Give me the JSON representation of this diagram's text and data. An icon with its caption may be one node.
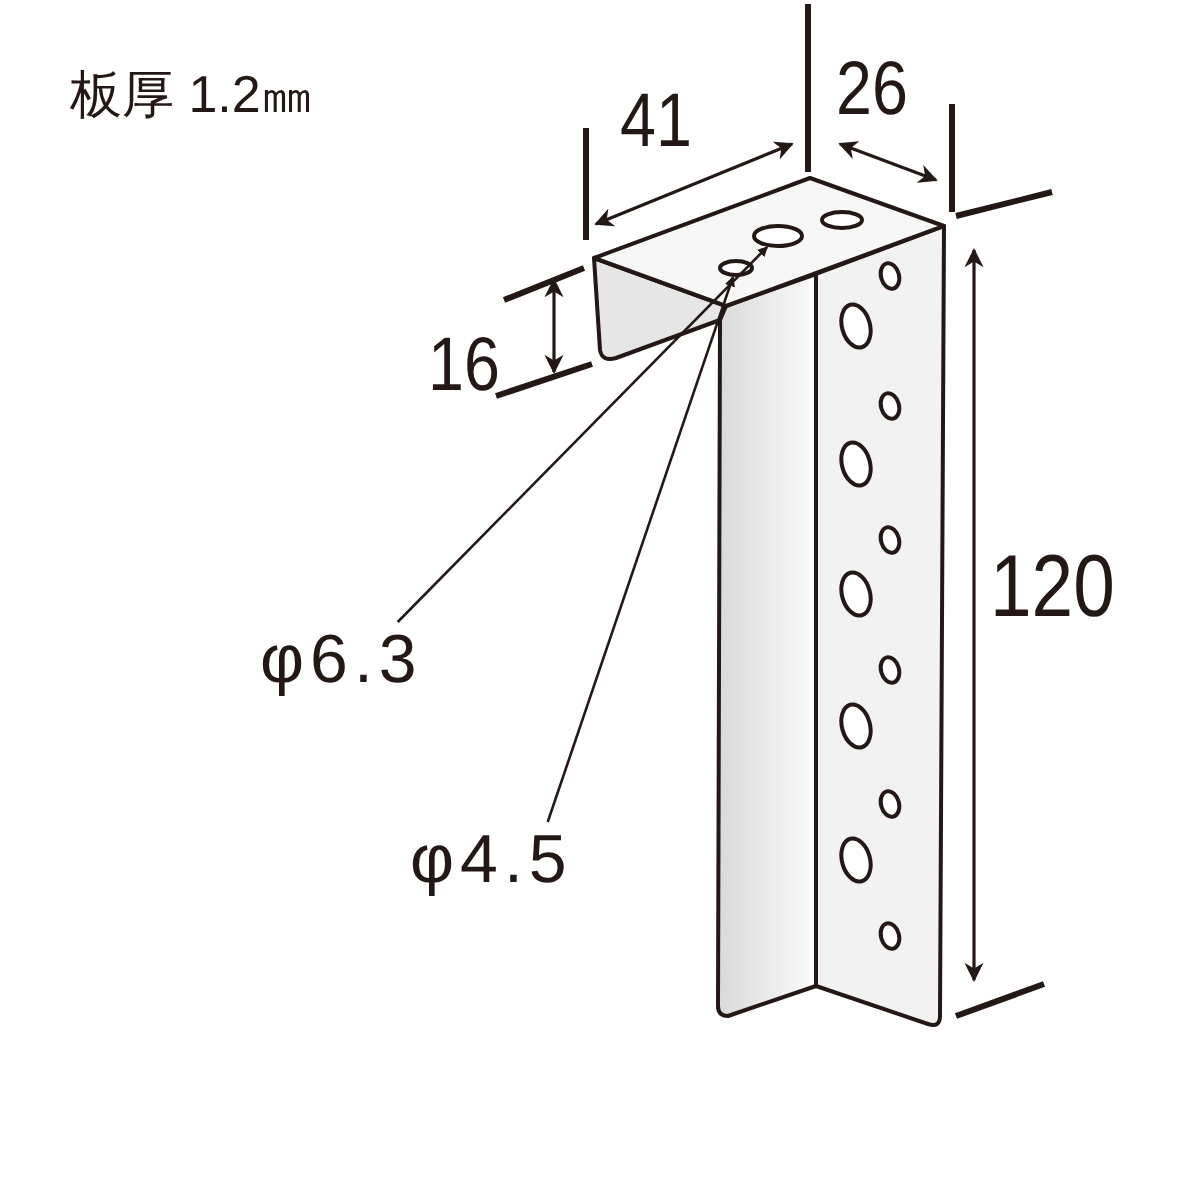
{
  "diagram": {
    "nodes": [
      {
        "text": [
          "φ6.3"
        ]
      },
      {
        "text": [
          "φ4.5"
        ]
      },
      {
        "text": [],
        "shape": "circle"
      },
      {
        "text": [],
        "shape": "circle"
      }
    ],
    "edges": [
      {
        "from": 0,
        "to": 2,
        "arrow": "to"
      },
      {
        "from": 1,
        "to": 3,
        "arrow": "to"
      }
    ],
    "labels": [
      "板厚 1.2㎜",
      "41",
      "26",
      "16",
      "120"
    ]
  }
}
